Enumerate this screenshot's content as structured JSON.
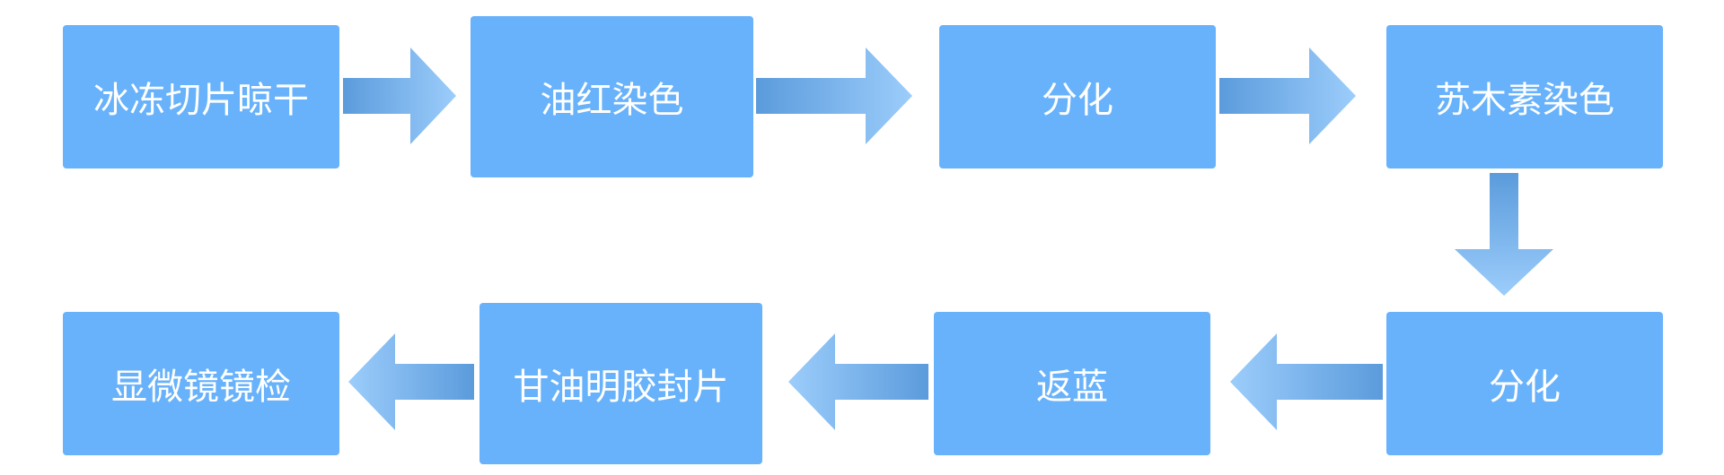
{
  "diagram": {
    "steps": [
      {
        "label": "冰冻切片晾干"
      },
      {
        "label": "油红染色"
      },
      {
        "label": "分化"
      },
      {
        "label": "苏木素染色"
      },
      {
        "label": "分化"
      },
      {
        "label": "返蓝"
      },
      {
        "label": "甘油明胶封片"
      },
      {
        "label": "显微镜镜检"
      }
    ],
    "colors": {
      "box_fill": "#68b2fb",
      "box_text": "#ffffff",
      "arrow_dark": "#5b9bdc",
      "arrow_light": "#9ccdfb"
    }
  }
}
